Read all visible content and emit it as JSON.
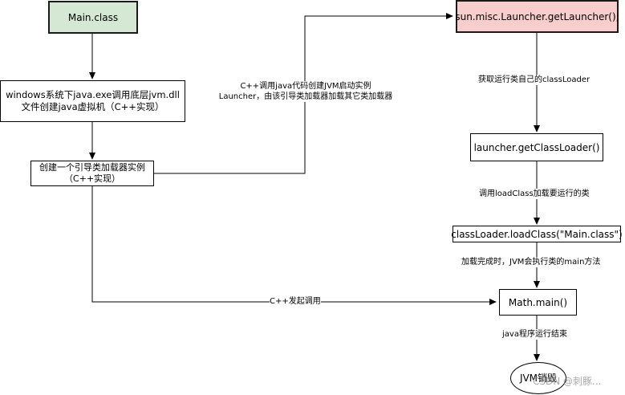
{
  "nodes": {
    "main_class": "Main.class",
    "windows": "windows系统下java.exe调用底层jvm.dll文件创建java虚拟机（C++实现）",
    "bootstrap": "创建一个引导类加载器实例（C++实现）",
    "launcher": "sun.misc.Launcher.getLauncher();",
    "get_class_loader": "launcher.getClassLoader()",
    "load_class": "classLoader.loadClass(\"Main.class\")",
    "math_main": "Math.main()",
    "jvm_destroy": "JVM销毁"
  },
  "edge_labels": {
    "cpp_call_java_line1": "C++调用java代码创建JVM启动实例",
    "cpp_call_java_line2": "Launcher，由该引导类加载器加载其它类加载器",
    "get_own_loader": "获取运行类自己的classLoader",
    "call_load_class": "调用loadClass加载要运行的类",
    "load_done": "加载完成时，JVM会执行类的main方法",
    "cpp_invoke": "C++发起调用",
    "program_end": "java程序运行结束"
  },
  "watermark": "CSDN @刺豚..."
}
